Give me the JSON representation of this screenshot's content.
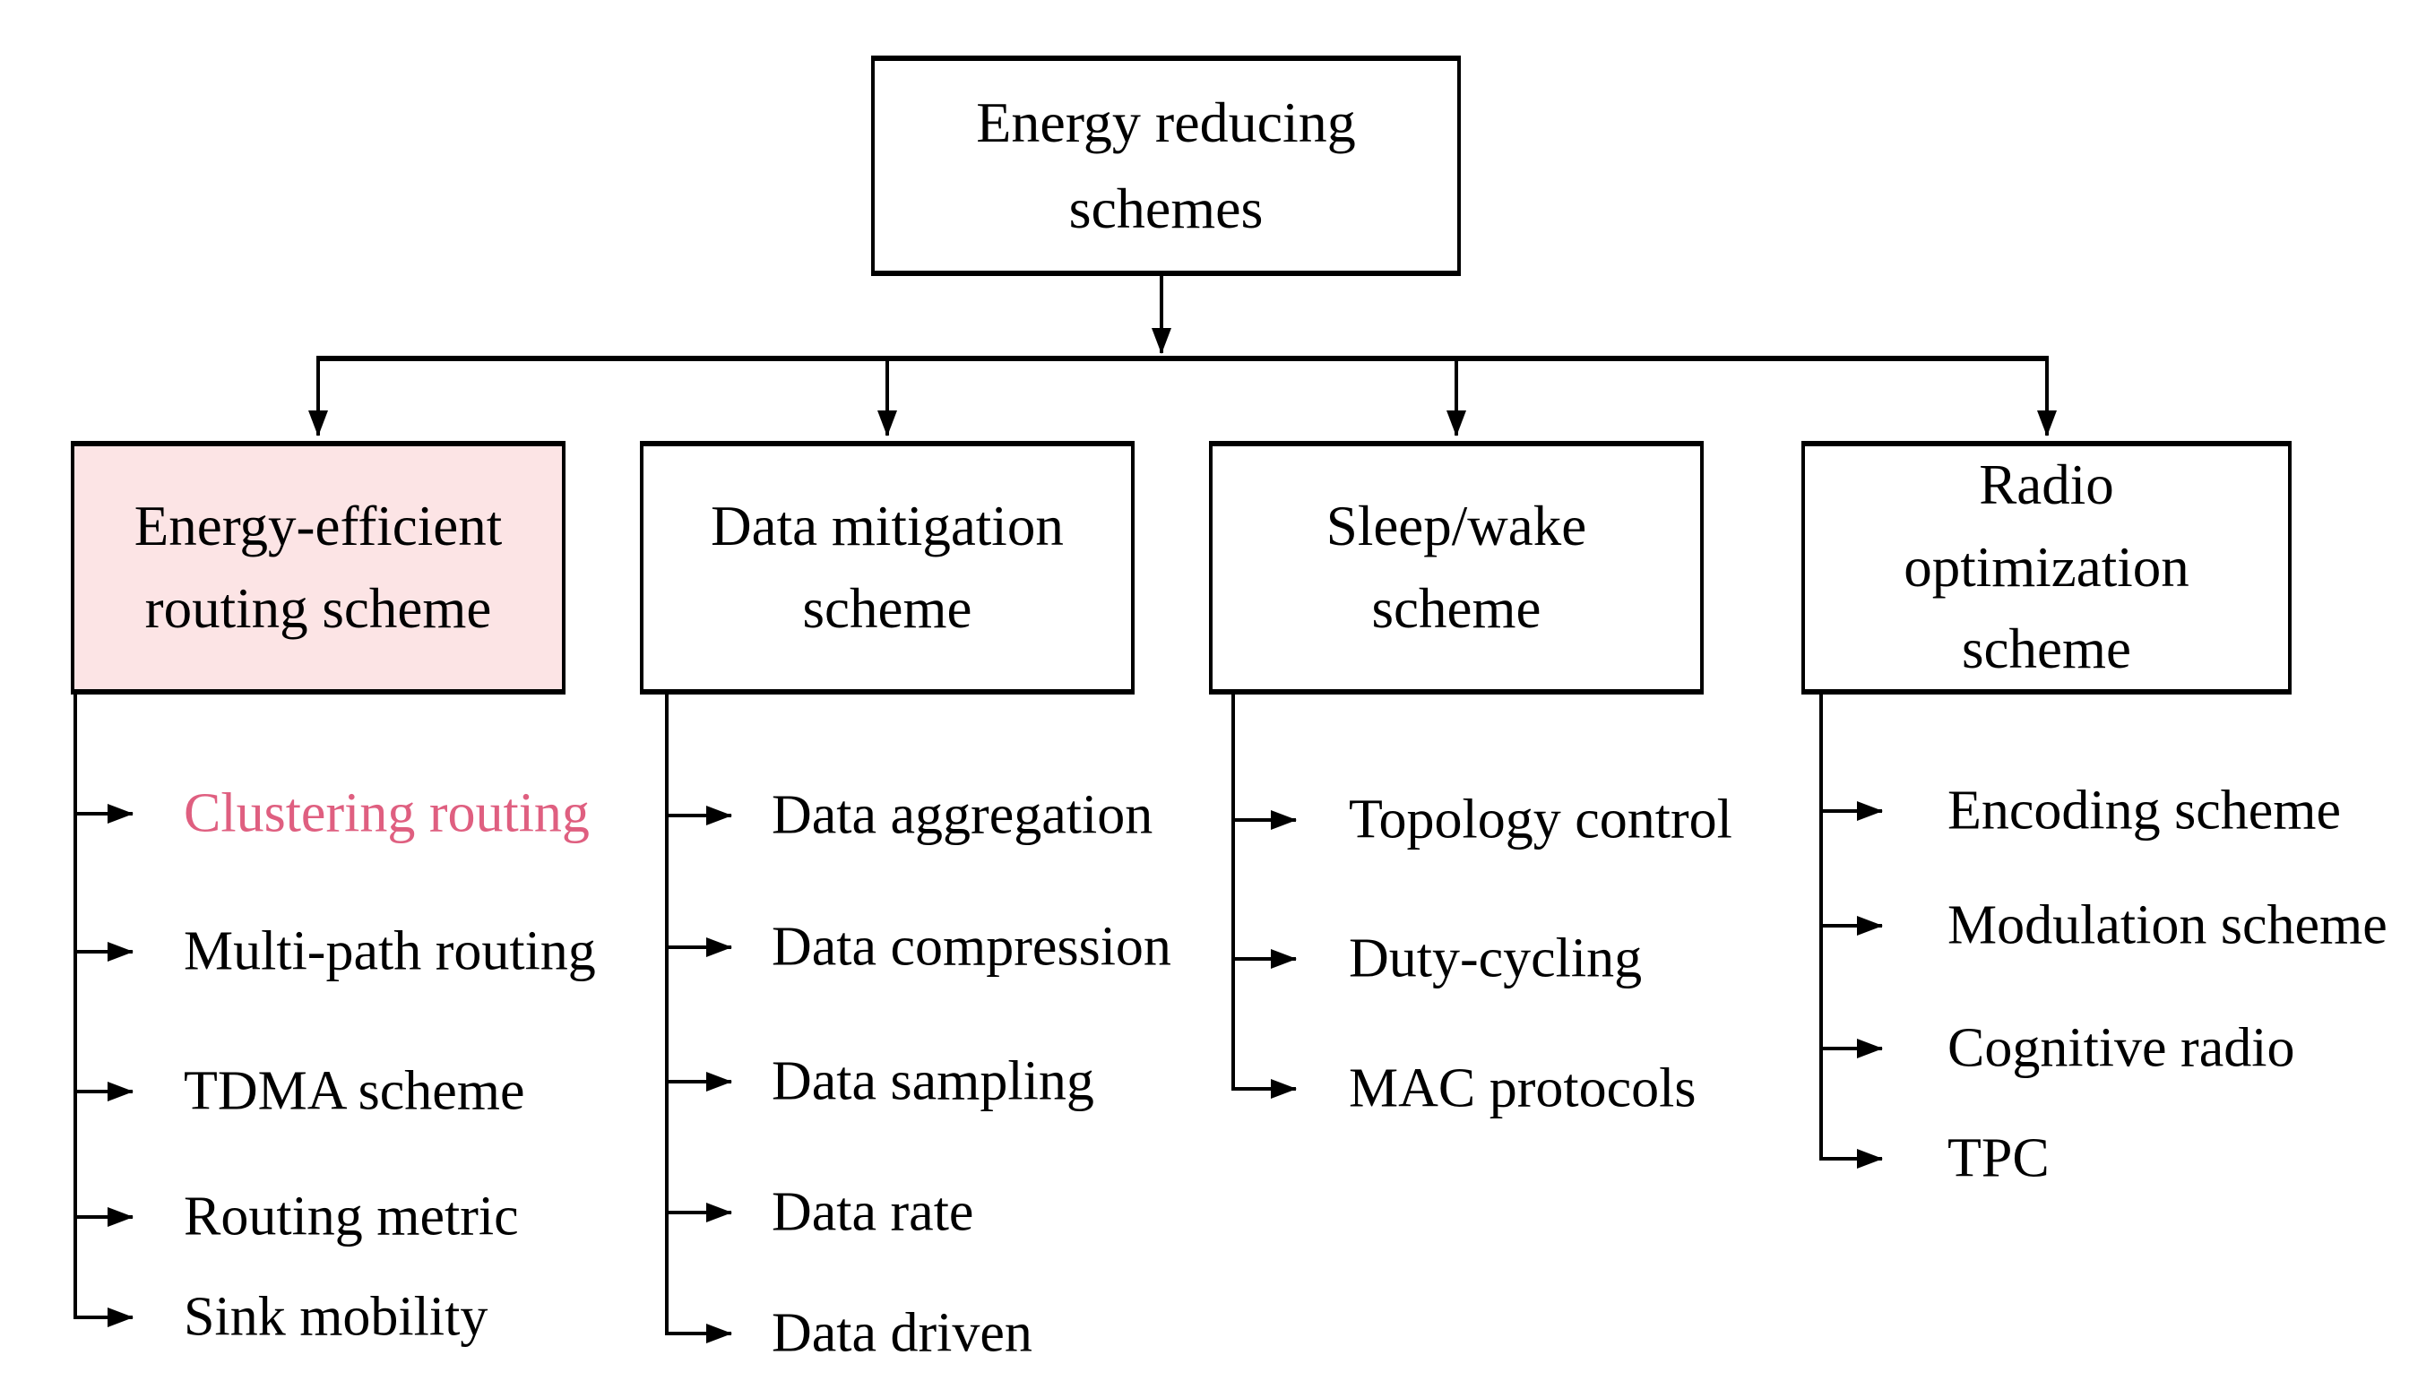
{
  "diagram_type": "tree",
  "root": {
    "label": "Energy reducing schemes"
  },
  "branches": [
    {
      "label": "Energy-efficient routing scheme",
      "highlighted": true,
      "items": [
        {
          "label": "Clustering routing",
          "highlighted": true
        },
        {
          "label": "Multi-path routing",
          "highlighted": false
        },
        {
          "label": "TDMA scheme",
          "highlighted": false
        },
        {
          "label": "Routing metric",
          "highlighted": false
        },
        {
          "label": "Sink mobility",
          "highlighted": false
        }
      ]
    },
    {
      "label": "Data mitigation scheme",
      "highlighted": false,
      "items": [
        {
          "label": "Data aggregation",
          "highlighted": false
        },
        {
          "label": "Data compression",
          "highlighted": false
        },
        {
          "label": "Data sampling",
          "highlighted": false
        },
        {
          "label": "Data rate",
          "highlighted": false
        },
        {
          "label": "Data driven",
          "highlighted": false
        }
      ]
    },
    {
      "label": "Sleep/wake scheme",
      "highlighted": false,
      "items": [
        {
          "label": "Topology control",
          "highlighted": false
        },
        {
          "label": "Duty-cycling",
          "highlighted": false
        },
        {
          "label": "MAC protocols",
          "highlighted": false
        }
      ]
    },
    {
      "label": "Radio optimization scheme",
      "highlighted": false,
      "items": [
        {
          "label": "Encoding scheme",
          "highlighted": false
        },
        {
          "label": "Modulation scheme",
          "highlighted": false
        },
        {
          "label": "Cognitive radio",
          "highlighted": false
        },
        {
          "label": "TPC",
          "highlighted": false
        }
      ]
    }
  ],
  "colors": {
    "highlight_fill": "#fce4e5",
    "highlight_text": "#df5f80",
    "line": "#000000",
    "box_border": "#000000",
    "background": "#ffffff"
  }
}
